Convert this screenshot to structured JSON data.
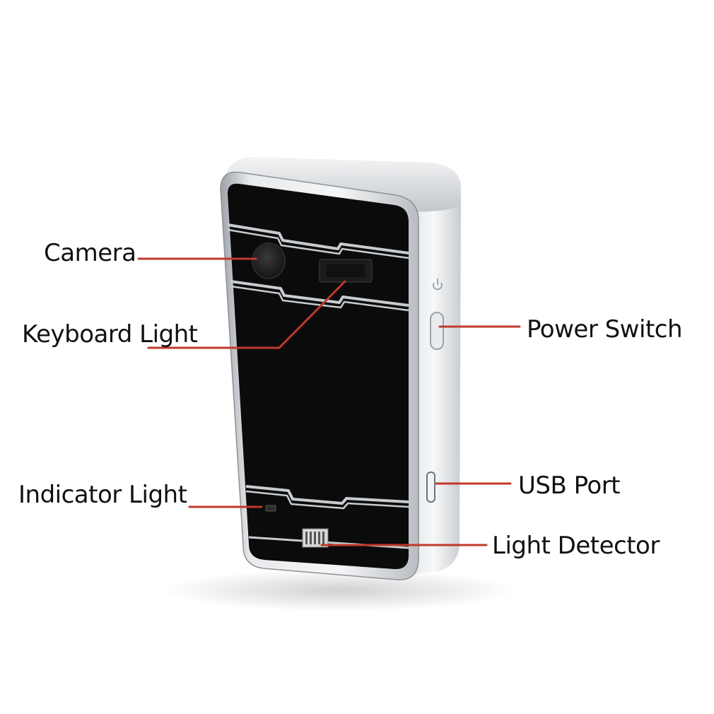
{
  "callouts": {
    "camera": "Camera",
    "keyboard_light": "Keyboard Light",
    "indicator_light": "Indicator Light",
    "power_switch": "Power Switch",
    "usb_port": "USB Port",
    "light_detector": "Light Detector"
  },
  "colors": {
    "leader_line": "#c0392b",
    "label_text": "#111111",
    "device_face": "#0b0b0b",
    "device_frame": "#cfd2d6"
  },
  "icons": {
    "power_symbol": "power-icon"
  }
}
